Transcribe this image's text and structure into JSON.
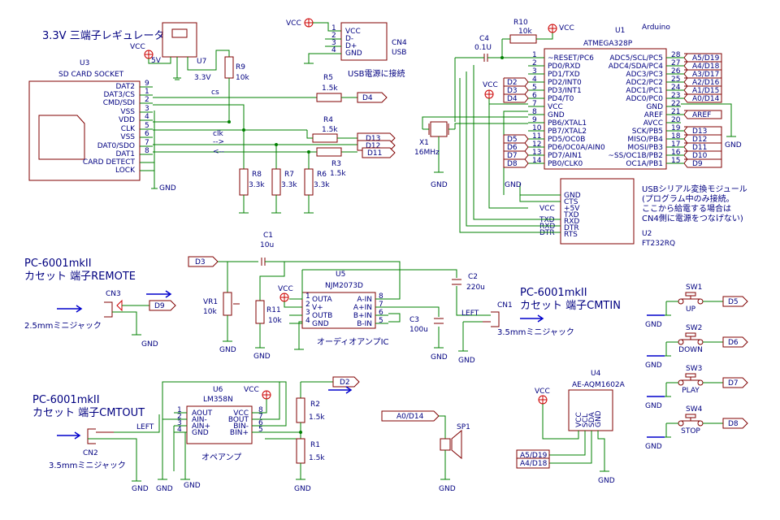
{
  "colors": {
    "wire": "#008000",
    "part": "#800000",
    "label_text": "#000080",
    "vcc_marker": "#cc0000",
    "signal_arrow": "#0000cc"
  },
  "regulator": {
    "title": "3.3V 三端子レギュレータ",
    "ref": "U7",
    "vcc": "VCC",
    "in_label": "5V",
    "out_label": "3.3V"
  },
  "sd_card": {
    "ref": "U3",
    "name": "SD CARD SOCKET",
    "pins": [
      {
        "name": "DAT2",
        "num": "9"
      },
      {
        "name": "DAT3/CS",
        "num": "1"
      },
      {
        "name": "CMD/SDI",
        "num": "2"
      },
      {
        "name": "VSS",
        "num": "3"
      },
      {
        "name": "VDD",
        "num": "4"
      },
      {
        "name": "CLK",
        "num": "5"
      },
      {
        "name": "VSS",
        "num": "6"
      },
      {
        "name": "DAT0/SDO",
        "num": "7"
      },
      {
        "name": "DAT1",
        "num": "8"
      },
      {
        "name": "CARD DETECT",
        "num": ""
      },
      {
        "name": "LOCK",
        "num": ""
      }
    ],
    "gnd": "GND"
  },
  "sd_resistors": {
    "r9": {
      "ref": "R9",
      "value": "10k"
    },
    "r5": {
      "ref": "R5",
      "value": "1.5k"
    },
    "r4": {
      "ref": "R4",
      "value": "1.5k"
    },
    "r3": {
      "ref": "R3",
      "value": "1.5k"
    },
    "r8": {
      "ref": "R8",
      "value": "3.3k"
    },
    "r7": {
      "ref": "R7",
      "value": "3.3k"
    },
    "r6": {
      "ref": "R6",
      "value": "3.3k"
    },
    "sig_cs": "cs",
    "sig_clk": "clk",
    "sig_in": "-->",
    "sig_out": "<--",
    "net_d4": "D4",
    "net_d13": "D13",
    "net_d12": "D12",
    "net_d11": "D11"
  },
  "usb": {
    "ref": "CN4",
    "name": "USB",
    "vcc": "VCC",
    "pins": [
      {
        "num": "1",
        "name": "VCC"
      },
      {
        "num": "2",
        "name": "D-"
      },
      {
        "num": "3",
        "name": "D+"
      },
      {
        "num": "4",
        "name": "GND"
      }
    ],
    "note": "USB電源に接続"
  },
  "mcu": {
    "ref": "U1",
    "name": "ATMEGA328P",
    "tag": "Arduino",
    "c4": {
      "ref": "C4",
      "value": "0.1U"
    },
    "r10": {
      "ref": "R10",
      "value": "10k"
    },
    "vcc": "VCC",
    "left_pins": [
      {
        "num": "1",
        "name": "~RESET/PC6"
      },
      {
        "num": "2",
        "name": "PD0/RXD"
      },
      {
        "num": "3",
        "name": "PD1/TXD"
      },
      {
        "num": "4",
        "name": "PD2/INT0"
      },
      {
        "num": "5",
        "name": "PD3/INT1"
      },
      {
        "num": "6",
        "name": "PD4/T0"
      },
      {
        "num": "7",
        "name": "VCC"
      },
      {
        "num": "8",
        "name": "GND"
      },
      {
        "num": "9",
        "name": "PB6/XTAL1"
      },
      {
        "num": "10",
        "name": "PB7/XTAL2"
      },
      {
        "num": "11",
        "name": "PD5/OC0B"
      },
      {
        "num": "12",
        "name": "PD6/OC0A/AIN0"
      },
      {
        "num": "13",
        "name": "PD7/AIN1"
      },
      {
        "num": "14",
        "name": "PB0/CLK0"
      }
    ],
    "right_pins": [
      {
        "num": "28",
        "name": "ADC5/SCL/PC5"
      },
      {
        "num": "27",
        "name": "ADC4/SDA/PC4"
      },
      {
        "num": "26",
        "name": "ADC3/PC3"
      },
      {
        "num": "25",
        "name": "ADC2/PC2"
      },
      {
        "num": "24",
        "name": "ADC1/PC1"
      },
      {
        "num": "23",
        "name": "ADC0/PC0"
      },
      {
        "num": "22",
        "name": "GND"
      },
      {
        "num": "21",
        "name": "AREF"
      },
      {
        "num": "20",
        "name": "AVCC"
      },
      {
        "num": "19",
        "name": "SCK/PB5"
      },
      {
        "num": "18",
        "name": "MISO/PB4"
      },
      {
        "num": "17",
        "name": "MOSI/PB3"
      },
      {
        "num": "16",
        "name": "~SS/OC1B/PB2"
      },
      {
        "num": "15",
        "name": "OC1A/PB1"
      }
    ],
    "left_nets": [
      "D2",
      "D3",
      "D4",
      "D5",
      "D6",
      "D7",
      "D8"
    ],
    "right_nets": [
      "A5/D19",
      "A4/D18",
      "A3/D17",
      "A2/D16",
      "A1/D15",
      "A0/D14",
      "AREF",
      "D13",
      "D12",
      "D11",
      "D10",
      "D9"
    ],
    "gnd": "GND",
    "xtal": {
      "ref": "X1",
      "value": "16MHz",
      "gnd": "GND"
    }
  },
  "ftdi": {
    "ref": "U2",
    "name": "FT232RQ",
    "pins": [
      "GND",
      "CTS",
      "+5V",
      "TXD",
      "RXD",
      "DTR",
      "RTS"
    ],
    "outer": [
      "VCC",
      "TXD",
      "RXD",
      "DTR"
    ],
    "gnd": "GND",
    "note": [
      "USBシリアル変換モジュール",
      "(プログラム中のみ接続。",
      "ここから給電する場合は",
      "CN4側に電源をつなげない)"
    ]
  },
  "audio_in": {
    "net_d3": "D3",
    "c1": {
      "ref": "C1",
      "value": "10u"
    },
    "vr1": {
      "ref": "VR1",
      "value": "10k"
    },
    "r11": {
      "ref": "R11",
      "value": "10k"
    },
    "vcc": "VCC",
    "amp": {
      "ref": "U5",
      "name": "NJM2073D",
      "left": [
        {
          "num": "1",
          "name": "OUTA"
        },
        {
          "num": "2",
          "name": "V+"
        },
        {
          "num": "3",
          "name": "OUTB"
        },
        {
          "num": "4",
          "name": "GND"
        }
      ],
      "right": [
        {
          "num": "8",
          "name": "A-IN"
        },
        {
          "num": "7",
          "name": "A+IN"
        },
        {
          "num": "6",
          "name": "B+IN"
        },
        {
          "num": "5",
          "name": "B-IN"
        }
      ],
      "caption": "オーディオアンプIC"
    },
    "c2": {
      "ref": "C2",
      "value": "220u"
    },
    "c3": {
      "ref": "C3",
      "value": "100u"
    },
    "gnd": "GND"
  },
  "cmtin": {
    "title": [
      "PC-6001mkII",
      "カセット 端子CMTIN"
    ],
    "ref": "CN1",
    "left": "LEFT",
    "jack": "3.5mmミニジャック",
    "gnd": "GND"
  },
  "remote": {
    "title": [
      "PC-6001mkII",
      "カセット 端子REMOTE"
    ],
    "ref": "CN3",
    "net": "D9",
    "jack": "2.5mmミニジャック",
    "gnd": "GND"
  },
  "cmtout": {
    "title": [
      "PC-6001mkII",
      "カセット 端子CMTOUT"
    ],
    "ref": "CN2",
    "left": "LEFT",
    "jack": "3.5mmミニジャック",
    "gnd": "GND"
  },
  "opamp": {
    "ref": "U6",
    "name": "LM358N",
    "left": [
      {
        "num": "1",
        "name": "AOUT"
      },
      {
        "num": "2",
        "name": "AIN-"
      },
      {
        "num": "3",
        "name": "AIN+"
      },
      {
        "num": "4",
        "name": "GND"
      }
    ],
    "right": [
      {
        "num": "8",
        "name": "VCC"
      },
      {
        "num": "7",
        "name": "BOUT"
      },
      {
        "num": "6",
        "name": "BIN-"
      },
      {
        "num": "5",
        "name": "BIN+"
      }
    ],
    "caption": "オペアンプ",
    "vcc": "VCC",
    "net": "D2",
    "r2": {
      "ref": "R2",
      "value": "1.5k"
    },
    "r1": {
      "ref": "R1",
      "value": "1.5k"
    },
    "gnd": "GND"
  },
  "speaker": {
    "ref": "SP1",
    "net": "A0/D14",
    "gnd": "GND"
  },
  "lcd": {
    "ref": "U4",
    "name": "AE-AQM1602A",
    "vcc": "VCC",
    "pins": [
      "VCC",
      "SCL",
      "SDA",
      "GND"
    ],
    "nets": [
      "A5/D19",
      "A4/D18"
    ],
    "gnd": "GND"
  },
  "switches": [
    {
      "ref": "SW1",
      "label": "UP",
      "net": "D5"
    },
    {
      "ref": "SW2",
      "label": "DOWN",
      "net": "D6"
    },
    {
      "ref": "SW3",
      "label": "PLAY",
      "net": "D7"
    },
    {
      "ref": "SW4",
      "label": "STOP",
      "net": "D8"
    }
  ],
  "switch_gnd": "GND"
}
